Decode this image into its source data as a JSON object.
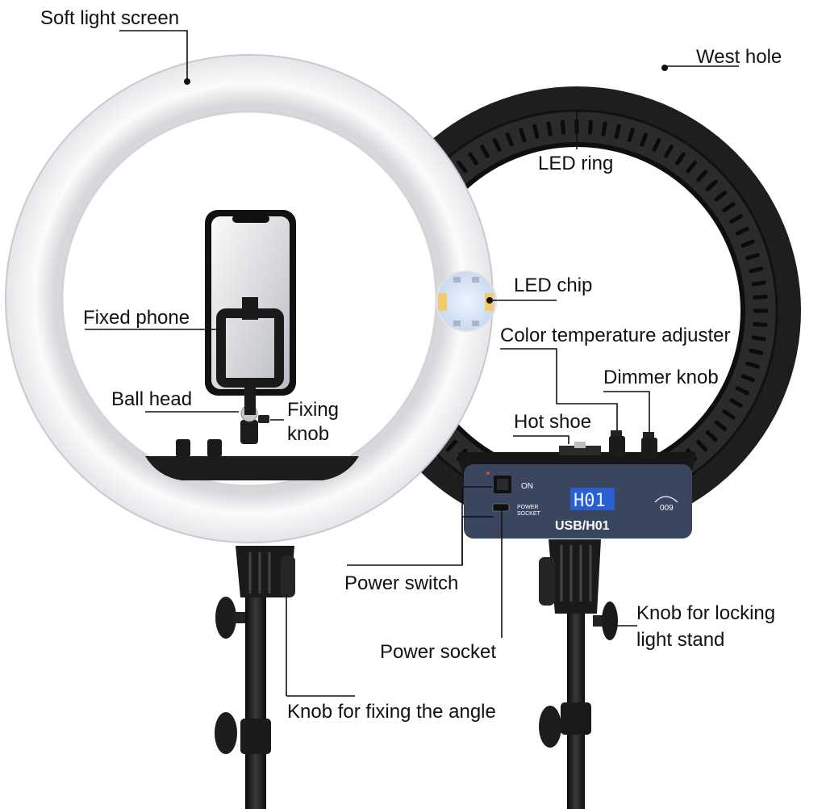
{
  "labels": {
    "soft_light_screen": "Soft light screen",
    "west_hole": "West hole",
    "led_ring": "LED ring",
    "led_chip": "LED chip",
    "color_temperature_adjuster": "Color temperature adjuster",
    "dimmer_knob": "Dimmer knob",
    "hot_shoe": "Hot shoe",
    "fixed_phone": "Fixed phone",
    "ball_head": "Ball head",
    "fixing_knob_line1": "Fixing",
    "fixing_knob_line2": "knob",
    "power_switch": "Power switch",
    "power_socket": "Power socket",
    "knob_fixing_angle": "Knob for fixing the angle",
    "knob_locking_line1": "Knob for locking",
    "knob_locking_line2": "light stand"
  },
  "panel": {
    "display": "H01",
    "model": "USB/H01",
    "on_label": "ON",
    "socket_line1": "POWER",
    "socket_line2": "SOCKET",
    "dial_text": "009"
  },
  "colors": {
    "ring_black": "#1e1e1e",
    "panel_navy": "#3a4660",
    "lcd_blue": "#2b5fd0",
    "diffuser_white": "#f8f8f8"
  }
}
